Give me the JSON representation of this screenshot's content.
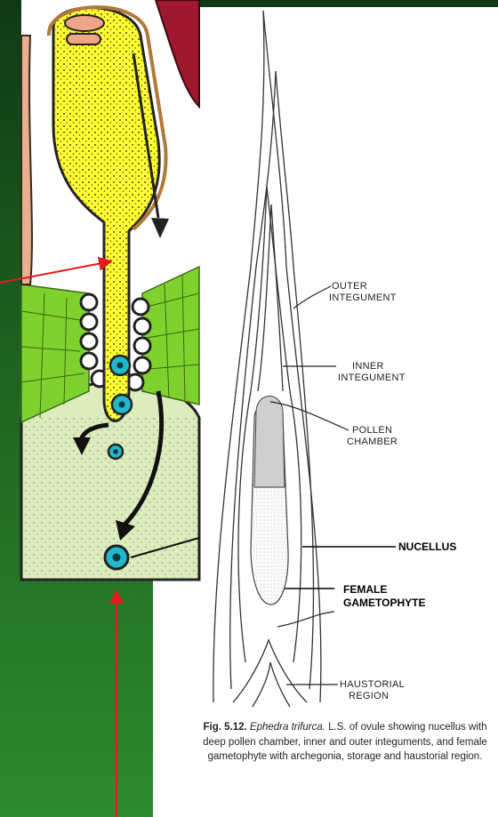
{
  "colors": {
    "slide_green_dark": "#0f3a14",
    "slide_green": "#2a7a2a",
    "pollen_yellow": "#ffff33",
    "nucellus_cell_green": "#7fd12d",
    "gametophyte_pale": "#dcecbc",
    "nucleus_blue": "#22b8cc",
    "arrow_red": "#e41b1b",
    "integument_brown": "#b07a3a"
  },
  "diagram": {
    "label_outer_line1": "OUTER",
    "label_outer_line2": "INTEGUMENT",
    "label_inner_line1": "INNER",
    "label_inner_line2": "INTEGUMENT",
    "label_pollen_line1": "POLLEN",
    "label_pollen_line2": "CHAMBER",
    "label_nucellus": "NUCELLUS",
    "label_female_line1": "FEMALE",
    "label_female_line2": "GAMETOPHYTE",
    "label_haustorial_line1": "HAUSTORIAL",
    "label_haustorial_line2": "REGION"
  },
  "caption": {
    "fig_number": "Fig. 5.12.",
    "species": "Ephedra trifurca.",
    "text": "L.S. of ovule showing nucellus with deep pollen chamber, inner and outer integuments, and female gametophyte with archegonia, storage and haustorial region."
  },
  "icons": [
    "red-arrow-icon",
    "black-arrow-icon",
    "nucleus-icon"
  ]
}
